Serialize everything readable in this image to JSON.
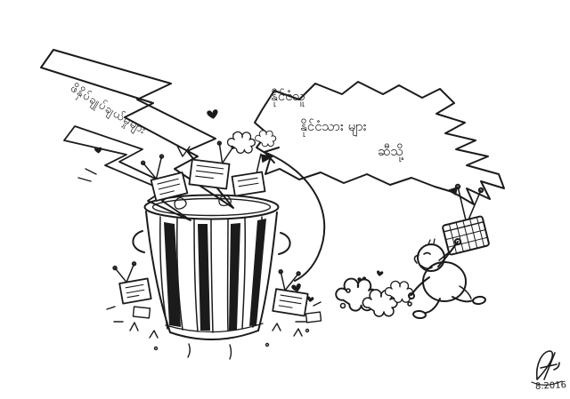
{
  "artwork": {
    "type": "ink-cartoon",
    "background_color": "#ffffff",
    "ink_color": "#1b1b1b",
    "bolt_text": "ဖိနှိပ်ချုပ်ချယ်မှုများ",
    "bubble": {
      "line1": "နိုင်ငံသူ",
      "line2": "နိုင်ငံသား များ",
      "line3": "ဆီသို့"
    },
    "signature": {
      "date": "8.2016"
    }
  }
}
